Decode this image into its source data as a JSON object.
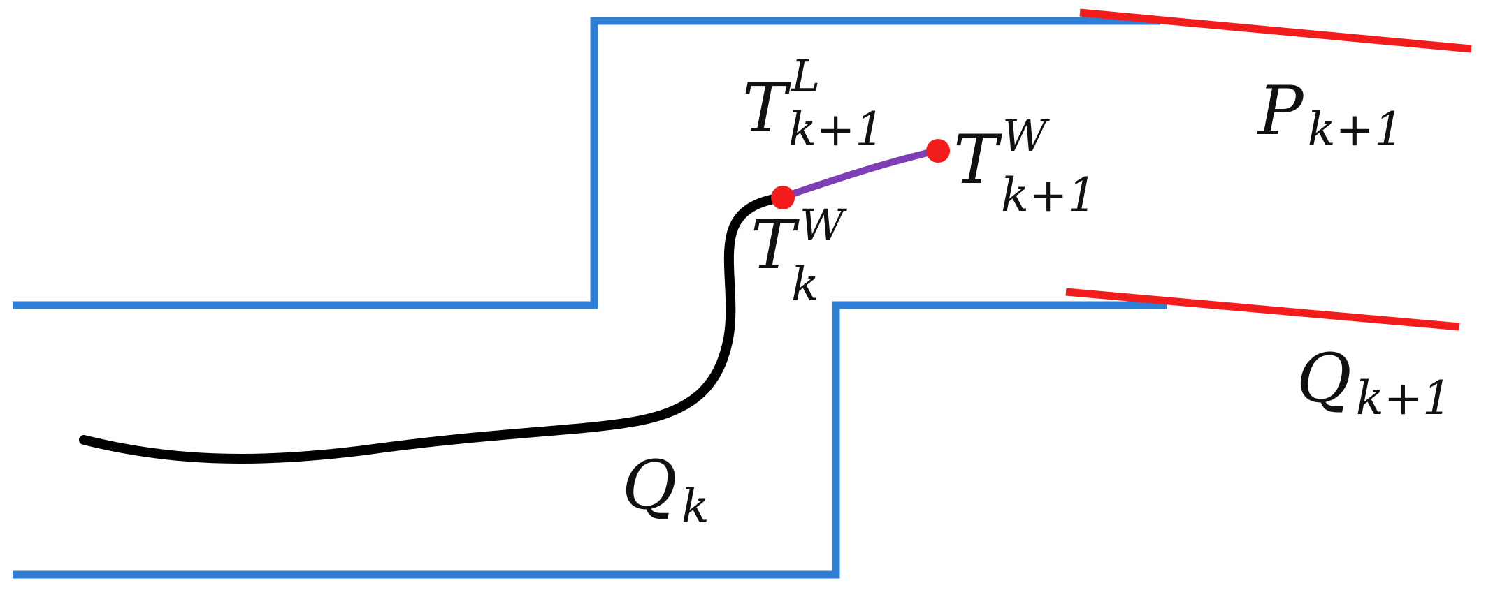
{
  "colors": {
    "wall": "#2f7fd6",
    "boundary": "#f21c1c",
    "path": "#000000",
    "segment": "#7e3fb4",
    "waypoint": "#f21c1c"
  },
  "labels": {
    "T_L_next": {
      "base": "T",
      "sup": "L",
      "sub": "k+1"
    },
    "T_W_next": {
      "base": "T",
      "sup": "W",
      "sub": "k+1"
    },
    "T_W_k": {
      "base": "T",
      "sup": "W",
      "sub": "k"
    },
    "P_next": {
      "base": "P",
      "sub": "k+1"
    },
    "Q_next": {
      "base": "Q",
      "sub": "k+1"
    },
    "Q_k": {
      "base": "Q",
      "sub": "k"
    }
  }
}
